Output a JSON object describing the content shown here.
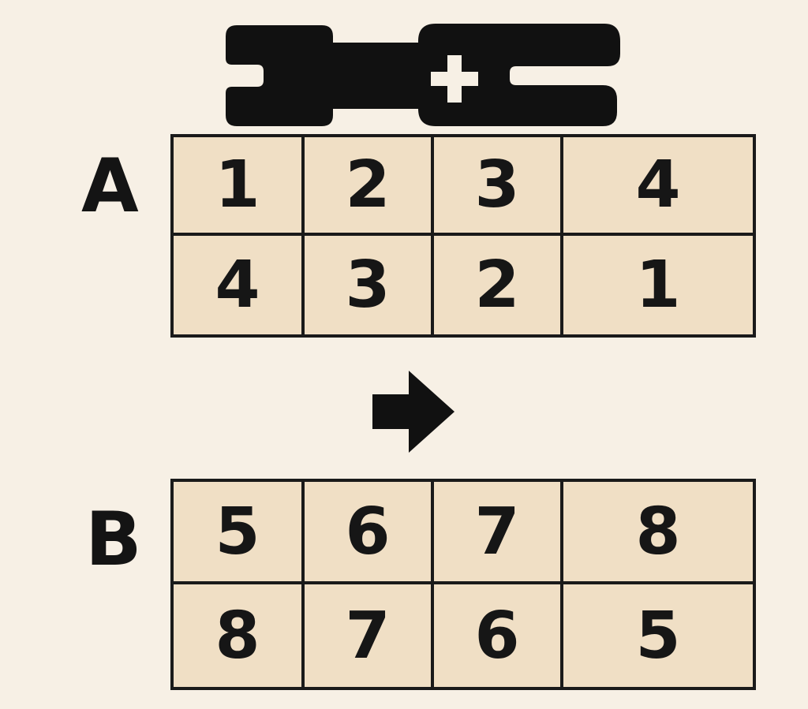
{
  "row_labels": {
    "top": "A",
    "bottom": "B"
  },
  "grid_a": {
    "rows": [
      [
        "1",
        "2",
        "3",
        "4"
      ],
      [
        "4",
        "3",
        "2",
        "1"
      ]
    ]
  },
  "grid_b": {
    "rows": [
      [
        "5",
        "6",
        "7",
        "8"
      ],
      [
        "8",
        "7",
        "6",
        "5"
      ]
    ]
  },
  "icons": {
    "connector": "connector-plug-icon",
    "arrow": "arrow-right-icon",
    "plus": "plus-icon"
  },
  "colors": {
    "background": "#f7f0e5",
    "cell_fill": "#f0dfc5",
    "ink": "#1a1a1a"
  }
}
